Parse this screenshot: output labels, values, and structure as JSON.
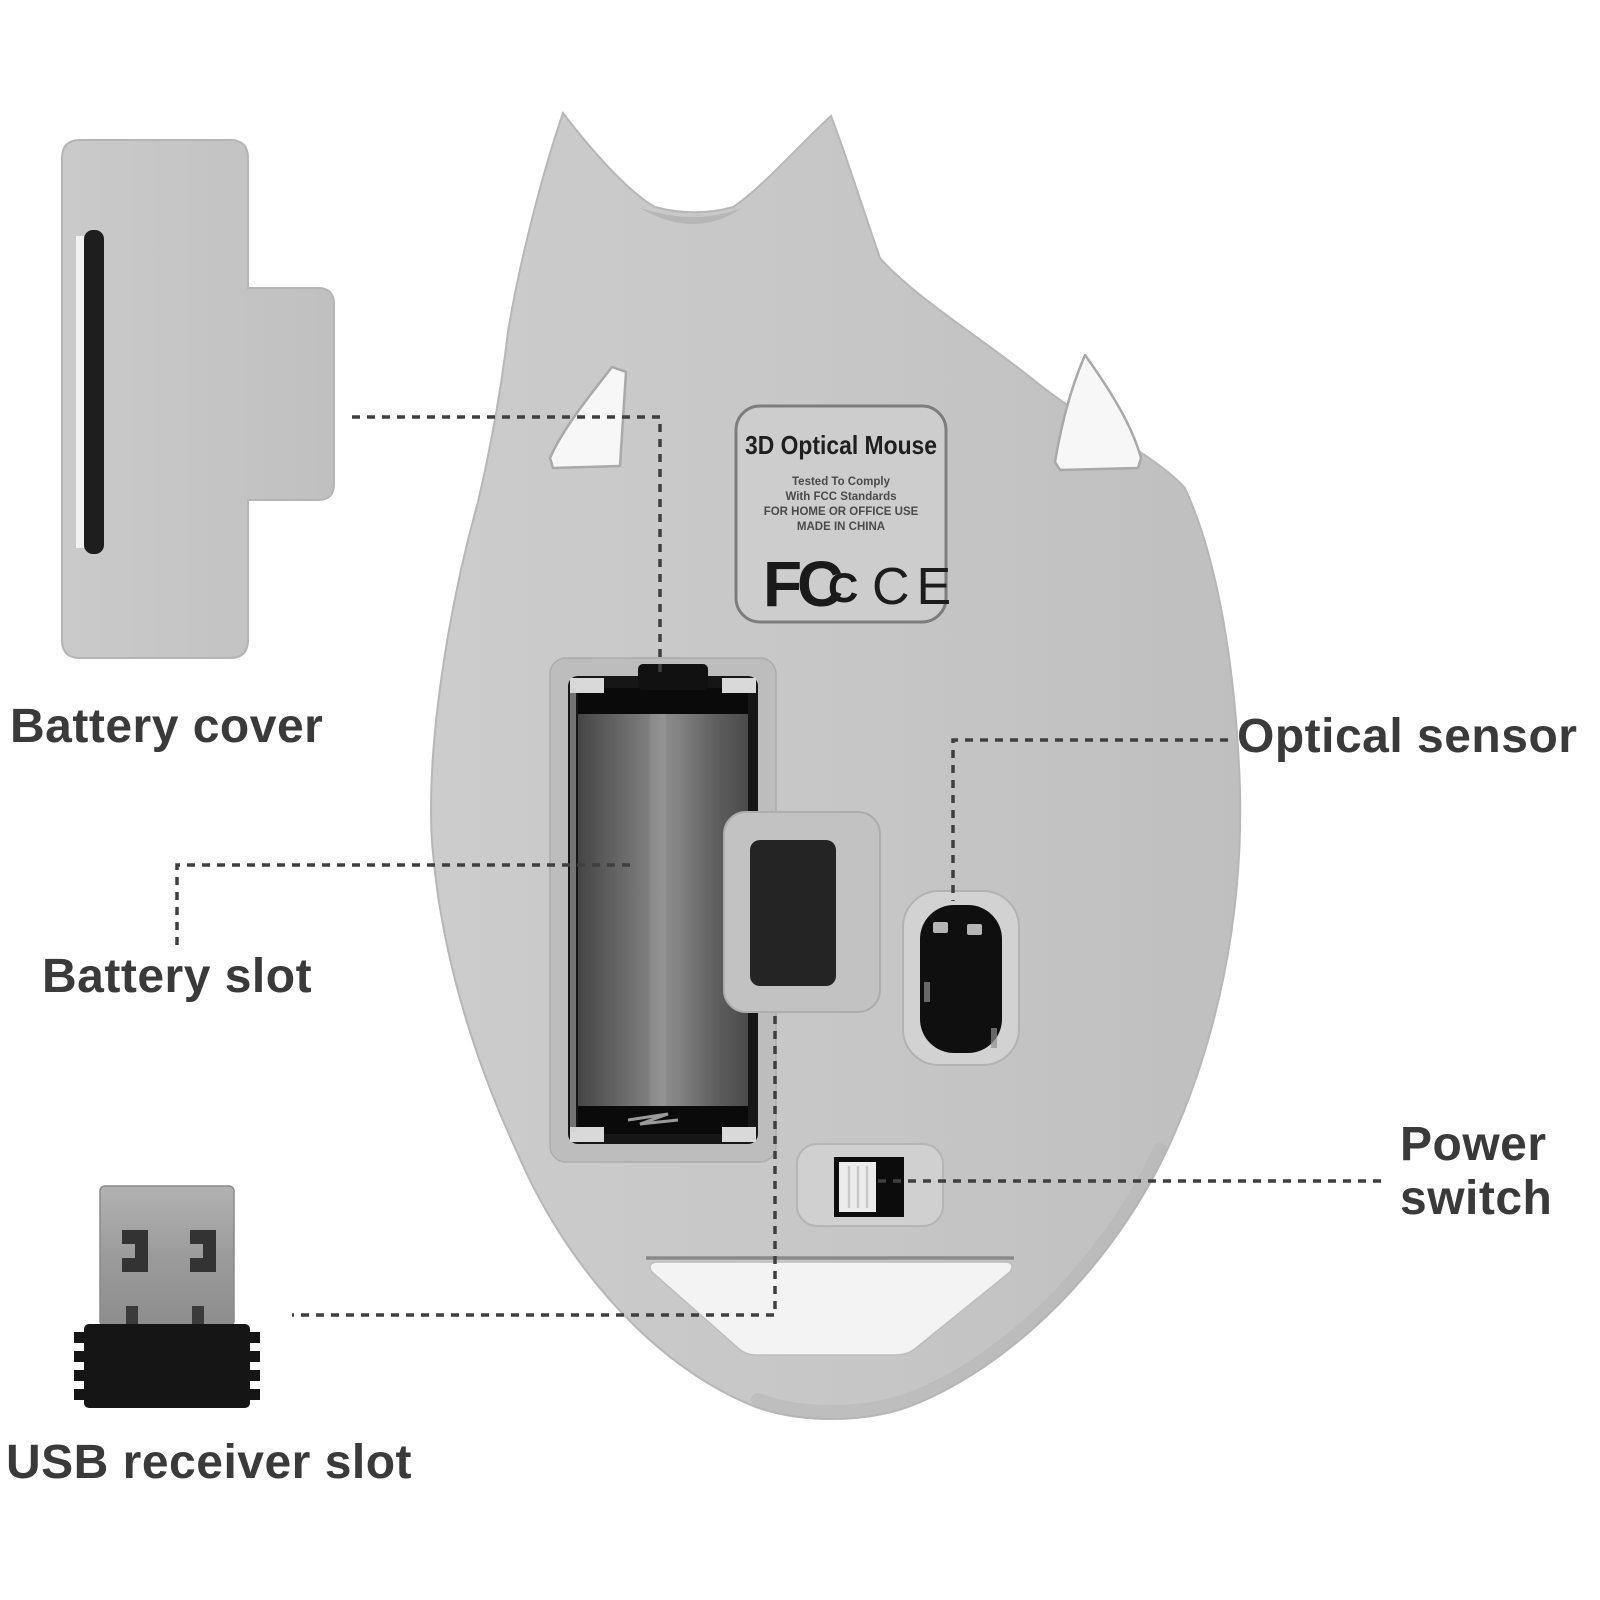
{
  "scene": {
    "battery_cover_label": "Battery cover",
    "battery_slot_label": "Battery slot",
    "usb_receiver_slot_label": "USB receiver slot",
    "optical_sensor_label": "Optical sensor",
    "power_switch_label_line1": "Power",
    "power_switch_label_line2": "switch"
  },
  "sticker": {
    "title": "3D Optical Mouse",
    "line1": "Tested To Comply",
    "line2": "With FCC Standards",
    "line3": "FOR HOME OR OFFICE USE",
    "line4": "MADE IN CHINA",
    "fcc_f": "F",
    "fcc_c_large": "C",
    "fcc_c_small": "C",
    "ce_mark": "CE"
  },
  "colors": {
    "background": "#ffffff",
    "mouse_body": "#c6c6c6",
    "sticker_fill": "#cdcdcd",
    "sticker_border": "#7d7d7d",
    "label_text": "#3a3a3a",
    "leader_line": "#3f3f3f",
    "compartment_black": "#141414",
    "foot_white": "#f3f3f3"
  }
}
